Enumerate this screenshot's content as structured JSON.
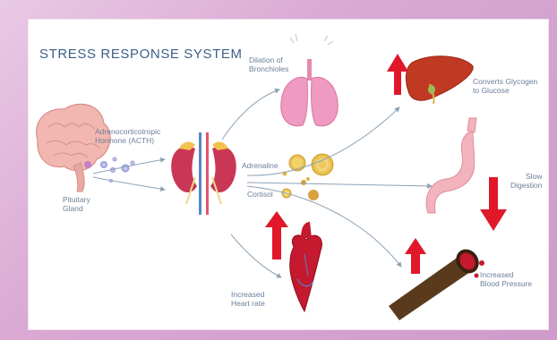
{
  "title": "STRESS RESPONSE SYSTEM",
  "labels": {
    "pituitary_line1": "Pituitary",
    "pituitary_line2": "Gland",
    "acth_line1": "Adrenocorticotropic",
    "acth_line2": "Hormone (ACTH)",
    "bronchioles_line1": "Dilation of",
    "bronchioles_line2": "Bronchioles",
    "adrenaline": "Adrenaline",
    "cortisol": "Cortisol",
    "heart_line1": "Increased",
    "heart_line2": "Heart rate",
    "liver_line1": "Converts Glycogen",
    "liver_line2": "to Glucose",
    "stomach_line1": "Slow",
    "stomach_line2": "Digestion",
    "bp_line1": "Increased",
    "bp_line2": "Blood Pressure"
  },
  "colors": {
    "title": "#3f5f86",
    "label": "#6a7f99",
    "arrow": "#8ea3b6",
    "indicator": "#e0182a",
    "organ_pink": "#e97ea2",
    "frame": "#d9a8d3"
  }
}
